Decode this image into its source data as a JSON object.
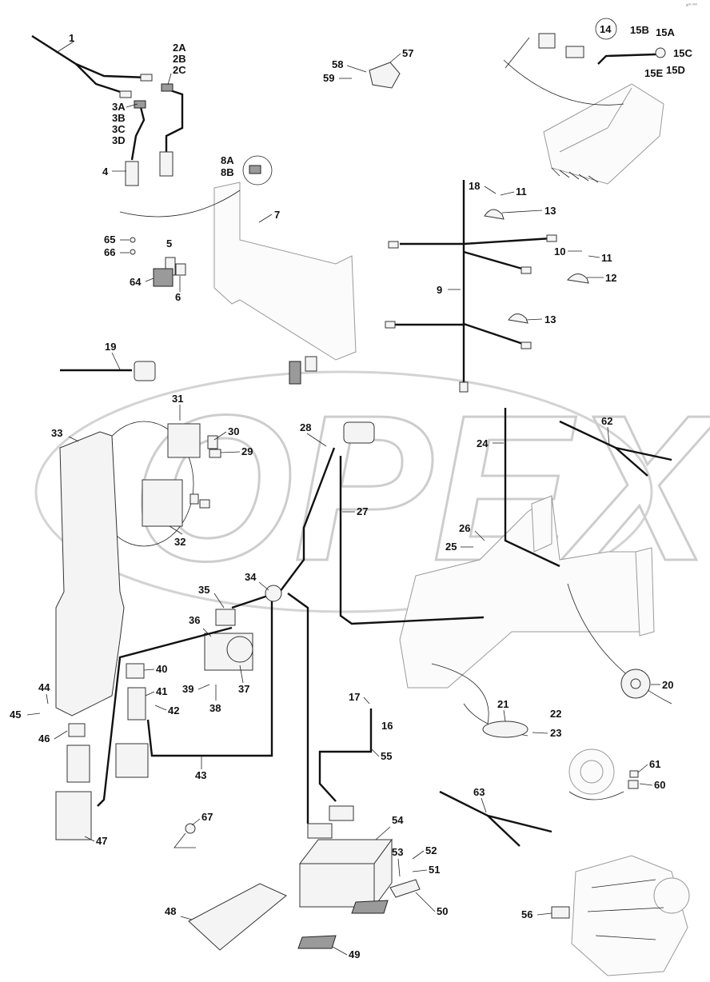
{
  "watermark": "OPEX",
  "corner_mark": "s⁰⁰ ⁰⁰⁰",
  "callouts": [
    "1",
    "2A",
    "2B",
    "2C",
    "3A",
    "3B",
    "3C",
    "3D",
    "4",
    "5",
    "6",
    "7",
    "8A",
    "8B",
    "9",
    "10",
    "11",
    "11",
    "12",
    "13",
    "13",
    "14",
    "15A",
    "15B",
    "15C",
    "15D",
    "15E",
    "16",
    "17",
    "18",
    "19",
    "20",
    "21",
    "22",
    "23",
    "24",
    "25",
    "26",
    "27",
    "28",
    "29",
    "30",
    "31",
    "32",
    "33",
    "34",
    "35",
    "36",
    "37",
    "38",
    "39",
    "40",
    "41",
    "42",
    "43",
    "44",
    "45",
    "46",
    "47",
    "48",
    "49",
    "50",
    "51",
    "52",
    "53",
    "54",
    "55",
    "56",
    "57",
    "58",
    "59",
    "60",
    "61",
    "62",
    "63",
    "64",
    "65",
    "66",
    "67"
  ]
}
